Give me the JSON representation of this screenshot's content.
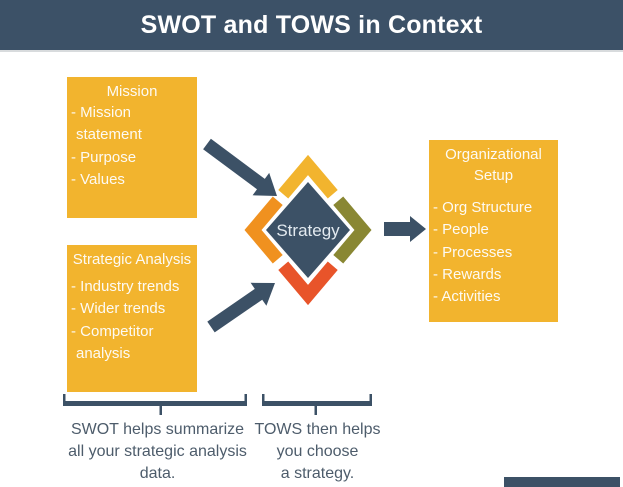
{
  "header": {
    "title": "SWOT and TOWS in Context"
  },
  "boxes": {
    "mission": {
      "title": "Mission",
      "items": [
        "- Mission statement",
        "- Purpose",
        "- Values"
      ]
    },
    "strategic_analysis": {
      "title": "Strategic Analysis",
      "items": [
        "- Industry trends",
        "- Wider trends",
        "- Competitor analysis"
      ]
    },
    "organizational_setup": {
      "title": "Organizational Setup",
      "items": [
        "- Org Structure",
        "- People",
        "- Processes",
        "- Rewards",
        "- Activities"
      ]
    }
  },
  "diamond": {
    "label": "Strategy",
    "colors": {
      "top": "#F2B42E",
      "right": "#898733",
      "bottom": "#E8542A",
      "left": "#F0911F",
      "center": "#3C5166"
    }
  },
  "captions": {
    "swot": {
      "lines": [
        "SWOT helps summarize",
        "all your strategic analysis",
        "data."
      ]
    },
    "tows": {
      "lines": [
        "TOWS then helps",
        "you choose",
        "a strategy."
      ]
    }
  },
  "colors": {
    "navy": "#3C5166",
    "box_yellow": "#F2B42E",
    "box_text": "#FDFAF3",
    "caption_text": "#4D5C6B",
    "header_divider": "#D8DBDD"
  }
}
